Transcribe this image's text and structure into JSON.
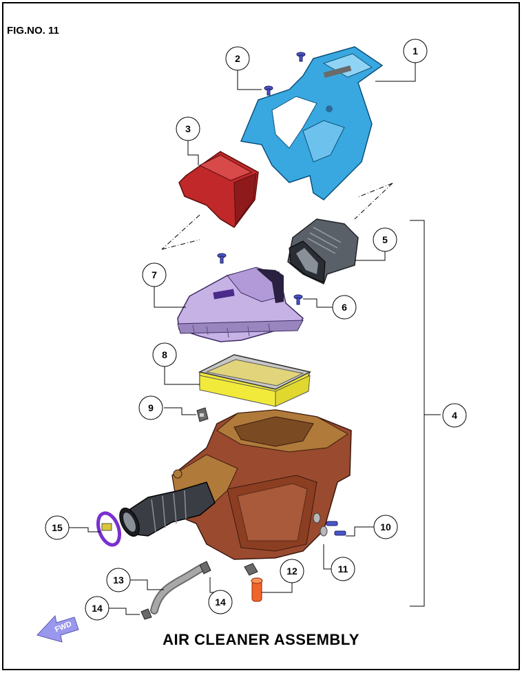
{
  "figure_number": "FIG.NO. 11",
  "title": "AIR CLEANER ASSEMBLY",
  "direction_label": "FWD",
  "callouts": [
    "1",
    "2",
    "3",
    "4",
    "5",
    "6",
    "7",
    "8",
    "9",
    "10",
    "11",
    "12",
    "13",
    "14",
    "14",
    "15"
  ],
  "colors": {
    "cover_blue": "#3aa8e0",
    "cover_red": "#c0282a",
    "duct_gray": "#5a6068",
    "lid_lavender": "#c7b2e6",
    "filter_yellow": "#f2ea3a",
    "case_brown": "#9a4a2e",
    "case_tan": "#b07a3a",
    "clamp_purple": "#7a2fd0",
    "hose_gray": "#9a9a9a",
    "drain_orange": "#f0642a",
    "bolt_blue": "#4a55c8",
    "arrow_lavender": "#9a98ee"
  }
}
